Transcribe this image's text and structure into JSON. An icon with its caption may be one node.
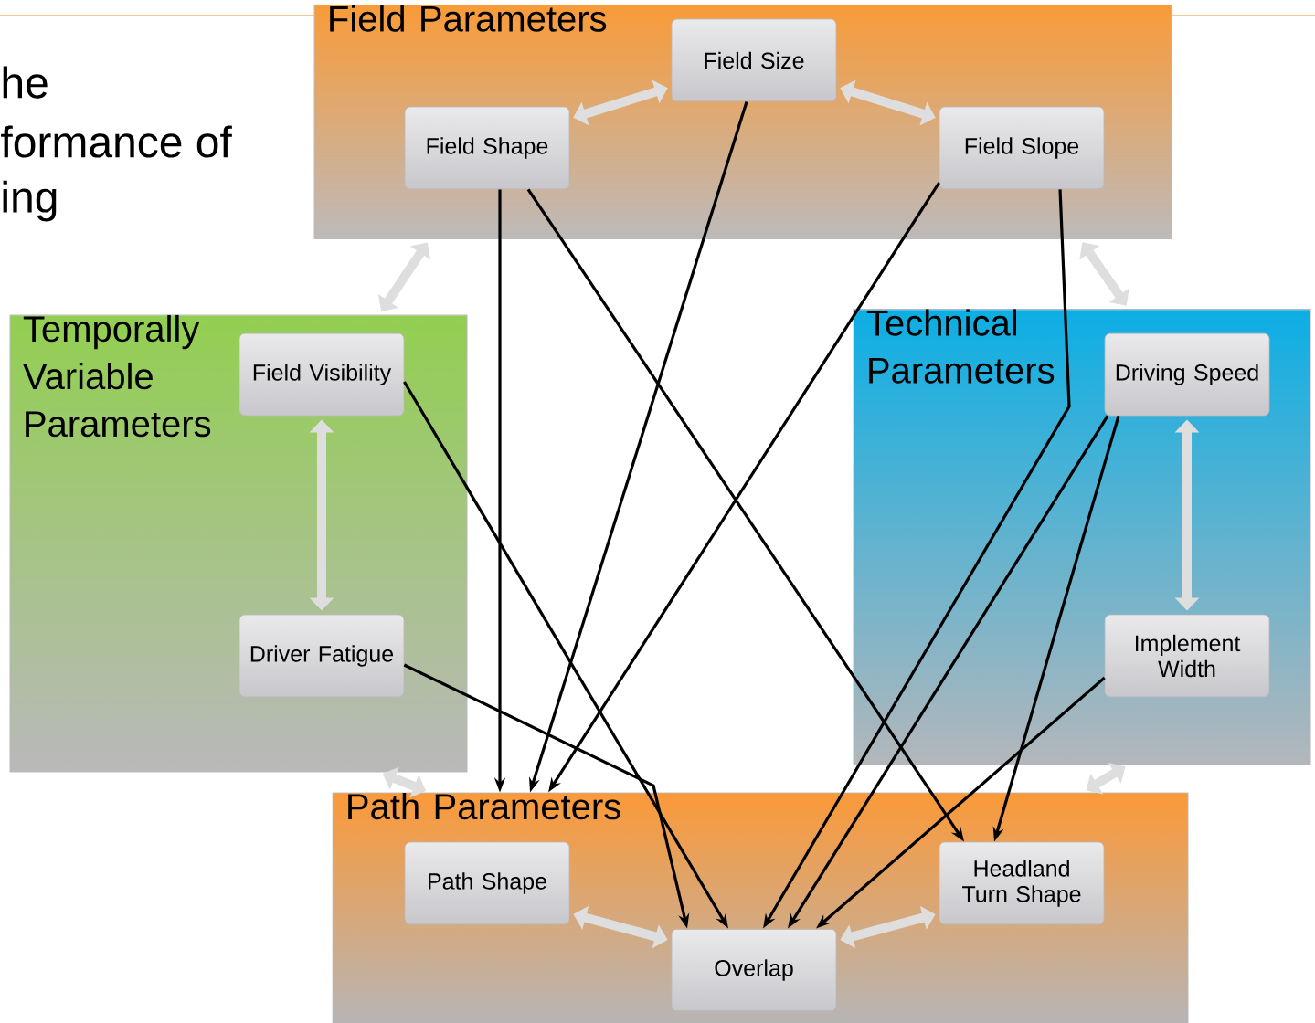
{
  "diagram": {
    "nodes": [
      {
        "text": [
          "Field Parameters"
        ]
      },
      {
        "text": [
          "Field Size"
        ],
        "in": 0
      },
      {
        "text": [
          "Field Shape"
        ],
        "in": 0
      },
      {
        "text": [
          "Field Slope"
        ],
        "in": 0
      },
      {
        "text": [
          "Temporally Variable Parameters"
        ]
      },
      {
        "text": [
          "Field Visibility"
        ],
        "in": 4
      },
      {
        "text": [
          "Driver Fatigue"
        ],
        "in": 4
      },
      {
        "text": [
          "Technical Parameters"
        ]
      },
      {
        "text": [
          "Driving Speed"
        ],
        "in": 7
      },
      {
        "text": [
          "Implement Width"
        ],
        "in": 7
      },
      {
        "text": [
          "Path Parameters"
        ]
      },
      {
        "text": [
          "Path Shape"
        ],
        "in": 10
      },
      {
        "text": [
          "Headland Turn Shape"
        ],
        "in": 10
      },
      {
        "text": [
          "Overlap"
        ],
        "in": 10
      }
    ],
    "edges": [
      {
        "from": 2,
        "to": 1,
        "arrow": "both",
        "style": "thick",
        "color": "#dedede"
      },
      {
        "from": 1,
        "to": 3,
        "arrow": "both",
        "style": "thick",
        "color": "#dedede"
      },
      {
        "from": 0,
        "to": 4,
        "arrow": "both",
        "style": "thick",
        "color": "#dedede"
      },
      {
        "from": 0,
        "to": 7,
        "arrow": "both",
        "style": "thick",
        "color": "#dedede"
      },
      {
        "from": 5,
        "to": 6,
        "arrow": "both",
        "style": "thick",
        "color": "#dedede"
      },
      {
        "from": 8,
        "to": 9,
        "arrow": "both",
        "style": "thick",
        "color": "#dedede"
      },
      {
        "from": 4,
        "to": 10,
        "arrow": "both",
        "style": "thick",
        "color": "#dedede"
      },
      {
        "from": 7,
        "to": 10,
        "arrow": "both",
        "style": "thick",
        "color": "#dedede"
      },
      {
        "from": 11,
        "to": 13,
        "arrow": "both",
        "style": "thick",
        "color": "#dedede"
      },
      {
        "from": 13,
        "to": 12,
        "arrow": "both",
        "style": "thick",
        "color": "#dedede"
      },
      {
        "from": 2,
        "to": 10,
        "arrow": "to",
        "color": "#000000"
      },
      {
        "from": 2,
        "to": 12,
        "arrow": "to",
        "color": "#000000"
      },
      {
        "from": 1,
        "to": 10,
        "arrow": "to",
        "color": "#000000"
      },
      {
        "from": 3,
        "to": 10,
        "arrow": "to",
        "color": "#000000"
      },
      {
        "from": 3,
        "to": 13,
        "arrow": "to",
        "color": "#000000"
      },
      {
        "from": 5,
        "to": 13,
        "arrow": "to",
        "color": "#000000"
      },
      {
        "from": 6,
        "to": 13,
        "arrow": "to",
        "color": "#000000"
      },
      {
        "from": 8,
        "to": 13,
        "arrow": "to",
        "color": "#000000"
      },
      {
        "from": 8,
        "to": 12,
        "arrow": "to",
        "color": "#000000"
      },
      {
        "from": 9,
        "to": 13,
        "arrow": "to",
        "color": "#000000"
      }
    ],
    "labels": [
      "he",
      "formance of",
      "ing"
    ]
  }
}
